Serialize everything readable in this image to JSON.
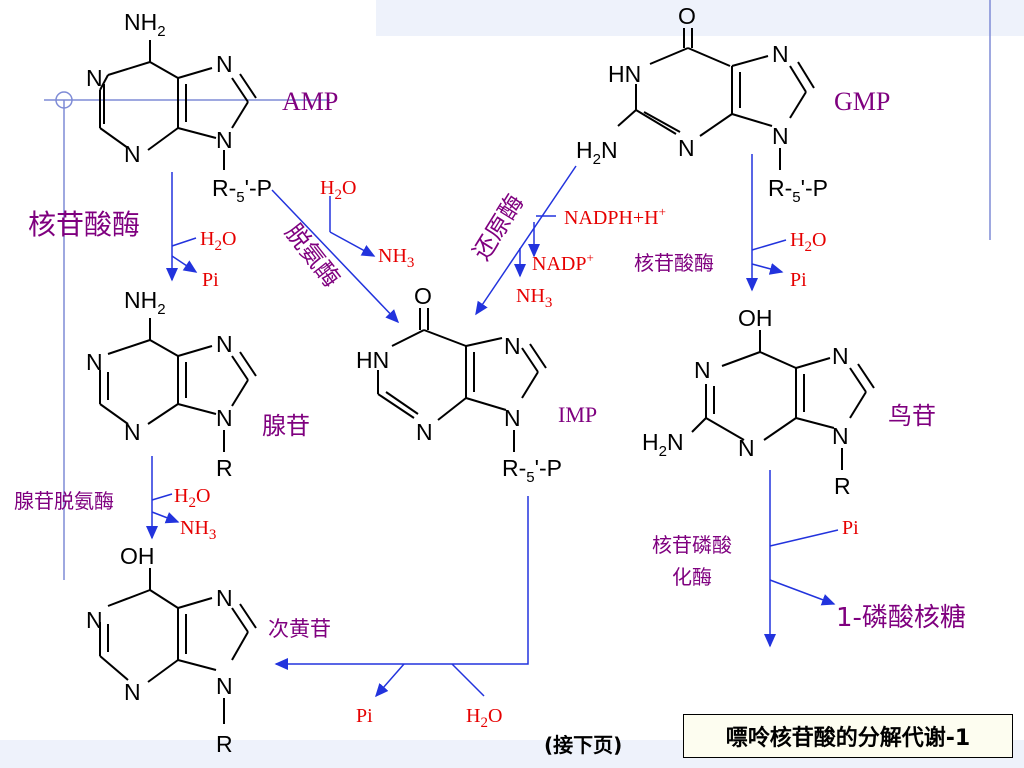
{
  "labels": {
    "amp": "AMP",
    "gmp": "GMP",
    "imp": "IMP",
    "adenosine": "腺苷",
    "guanosine": "鸟苷",
    "hypoxanthine": "次黄苷",
    "ribose1p": "1-磷酸核糖"
  },
  "enzymes": {
    "nucleotidase_left": "核苷酸酶",
    "nucleotidase_right": "核苷酸酶",
    "deaminase": "脱氨酶",
    "reductase": "还原酶",
    "adenosine_deaminase": "腺苷脱氨酶",
    "phosphorylase_line1": "核苷磷酸",
    "phosphorylase_line2": "化酶"
  },
  "reagents": {
    "nadph": "NADPH+H",
    "nadph_sup": "+",
    "nadp": "NADP",
    "nadp_sup": "+",
    "pi": "Pi",
    "water": {
      "h": "H",
      "sub": "2",
      "o": "O"
    },
    "ammonia": {
      "nh": "NH",
      "sub": "3"
    }
  },
  "atoms": {
    "N": "N",
    "NH": "HN",
    "NH2": "NH",
    "NH2_sub": "2",
    "H2N": "H",
    "H2N_sub": "2",
    "H2N_n": "N",
    "O": "O",
    "OH": "OH",
    "R": "R",
    "R5P": "R-",
    "R5P_sub": "5",
    "R5P_tail": "'-P"
  },
  "footer": {
    "next_page": "(接下页)",
    "title": "嘌呤核苷酸的分解代谢-1"
  }
}
